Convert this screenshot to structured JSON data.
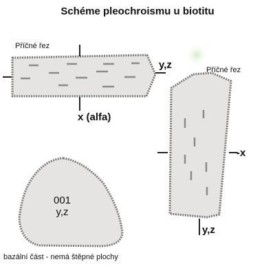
{
  "title": "Schéme pleochroismu u biotitu",
  "labels": {
    "cross_section_top": "Příčné řez",
    "cross_section_right": "Příčné řez",
    "yz_top": "y,z",
    "x_alpha": "x (alfa)",
    "x_right": "-x",
    "basal_code": "001",
    "basal_axes": "y,z",
    "yz_bottom": "y,z"
  },
  "caption": "bazální část - nemá štěpné plochy",
  "colors": {
    "grain_fill": "#e6e4e2",
    "grain_outline": "#777777",
    "cleavage": "#8a8a8a",
    "glow": "#d9eccb"
  }
}
